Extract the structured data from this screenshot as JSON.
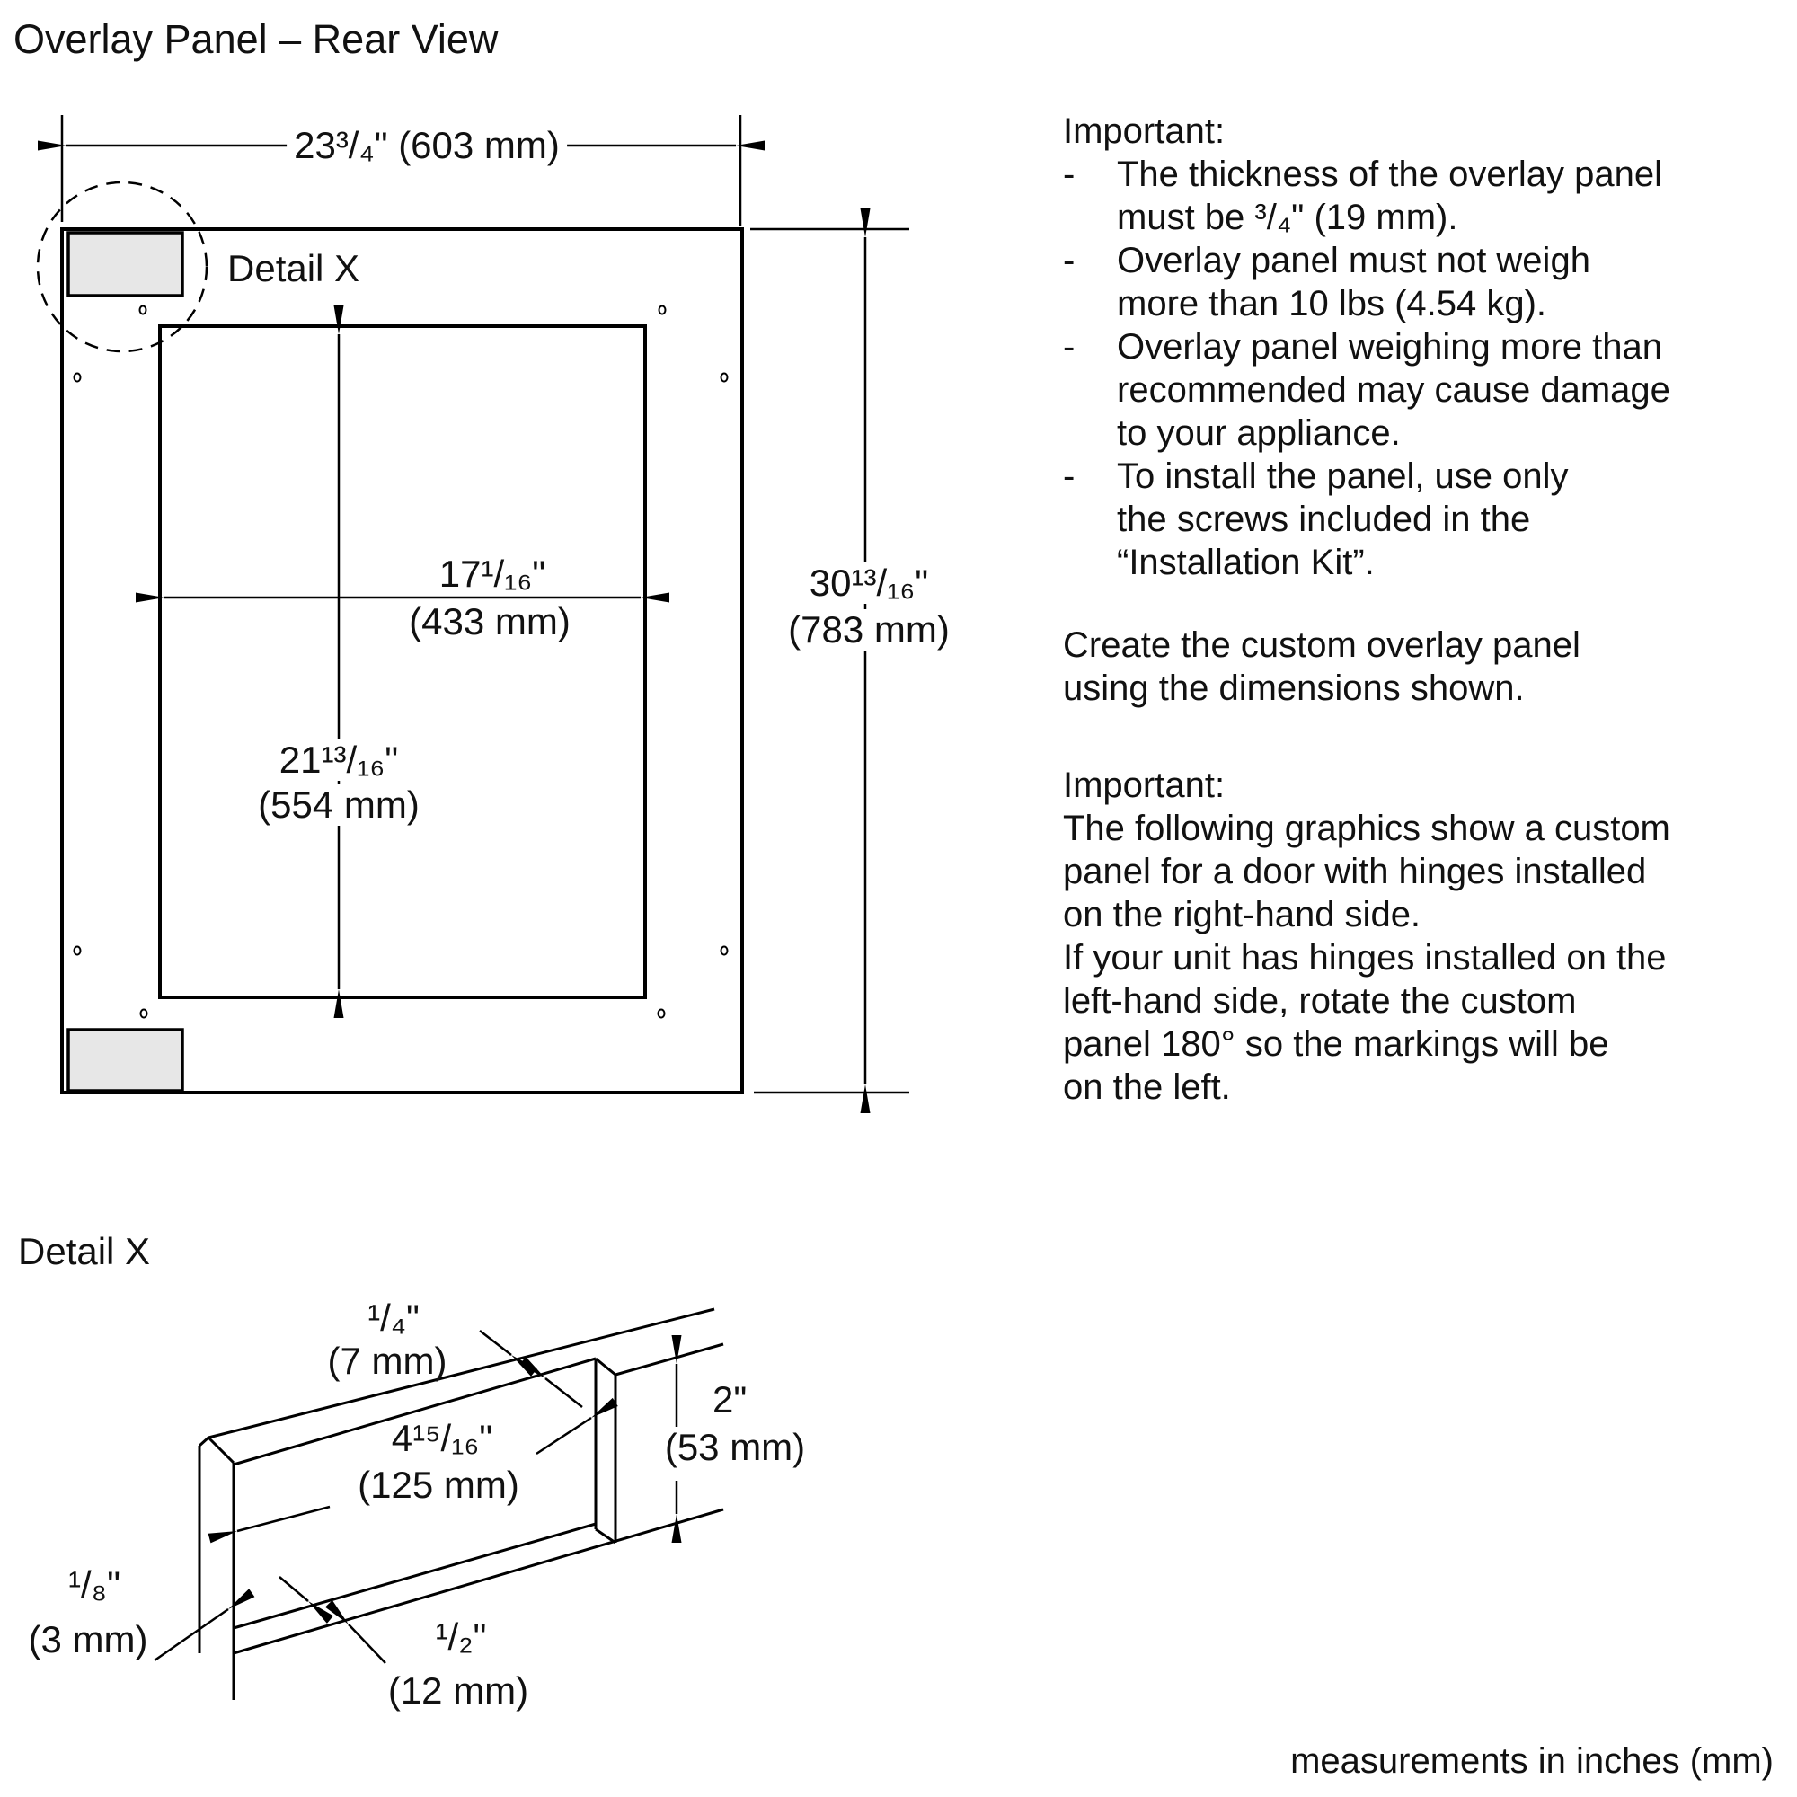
{
  "page": {
    "title": "Overlay Panel – Rear View",
    "footer": "measurements in inches (mm)"
  },
  "rear_view": {
    "detail_callout": "Detail X",
    "width_dim": "23³/₄\" (603 mm)",
    "height_dim_in": "30¹³/₁₆\"",
    "height_dim_mm": "(783 mm)",
    "cutout_width_in": "17¹/₁₆\"",
    "cutout_width_mm": "(433 mm)",
    "cutout_height_in": "21¹³/₁₆\"",
    "cutout_height_mm": "(554 mm)"
  },
  "detail_x": {
    "label": "Detail X",
    "lip_in": "¹/₄\"",
    "lip_mm": "(7 mm)",
    "recess_in": "4¹⁵/₁₆\"",
    "recess_mm": "(125 mm)",
    "edge_in": "¹/₈\"",
    "edge_mm": "(3 mm)",
    "bottom_in": "¹/₂\"",
    "bottom_mm": "(12 mm)",
    "height_in": "2\"",
    "height_mm": "(53 mm)"
  },
  "instructions": {
    "dash": "-",
    "s1_heading": "Important:",
    "b1_l1": "The thickness of the overlay panel",
    "b1_l2": "must be ³/₄\" (19 mm).",
    "b2_l1": "Overlay panel must not weigh",
    "b2_l2": "more than 10 lbs (4.54 kg).",
    "b3_l1": "Overlay panel weighing more than",
    "b3_l2": "recommended may cause damage",
    "b3_l3": "to your appliance.",
    "b4_l1": "To install the panel, use only",
    "b4_l2": "the screws included in the",
    "b4_l3": "“Installation Kit”.",
    "p1_l1": "Create the custom overlay panel",
    "p1_l2": "using the dimensions shown.",
    "s2_heading": "Important:",
    "p2_l1": "The following graphics show a custom",
    "p2_l2": "panel for a door with hinges installed",
    "p2_l3": "on the right-hand side.",
    "p3_l1": "If your unit has hinges installed on the",
    "p3_l2": "left-hand side, rotate the custom",
    "p3_l3": "panel 180° so the markings will be",
    "p3_l4": "on the left."
  }
}
